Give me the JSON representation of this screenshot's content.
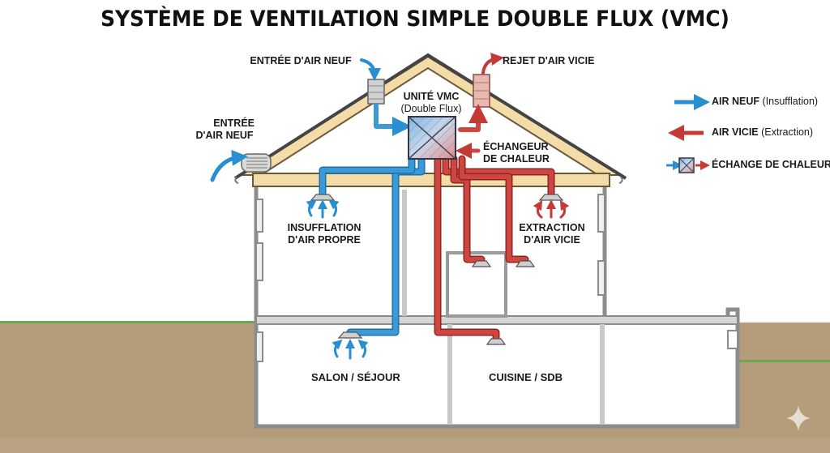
{
  "title": "SYSTÈME DE VENTILATION SIMPLE DOUBLE FLUX (VMC)",
  "labels": {
    "roof_inlet": "ENTRÉE D'AIR NEUF",
    "exhaust": "REJET D'AIR VICIE",
    "unit_line1": "UNITÉ VMC",
    "unit_line2": "(Double Flux)",
    "side_inlet_line1": "ENTRÉE",
    "side_inlet_line2": "D'AIR NEUF",
    "exchanger_line1": "ÉCHANGEUR",
    "exchanger_line2": "DE CHALEUR",
    "supply_line1": "INSUFFLATION",
    "supply_line2": "D'AIR PROPRE",
    "extract_line1": "EXTRACTION",
    "extract_line2": "D'AIR VICIE"
  },
  "rooms": {
    "living": "SALON / SÉJOUR",
    "kitchen": "CUISINE / SDB"
  },
  "legend": {
    "fresh_bold": "AIR NEUF",
    "fresh_sub": "(Insufflation)",
    "stale_bold": "AIR VICIE",
    "stale_sub": "(Extraction)",
    "exchange_bold": "ÉCHANGE DE CHALEUR"
  },
  "colors": {
    "fresh_air": "#2a8fd0",
    "stale_air": "#c43a35",
    "ground": "#b59c7a",
    "grass": "#6aa84f",
    "roof_wood": "#f3dca8",
    "wall": "#9a9a9a"
  }
}
